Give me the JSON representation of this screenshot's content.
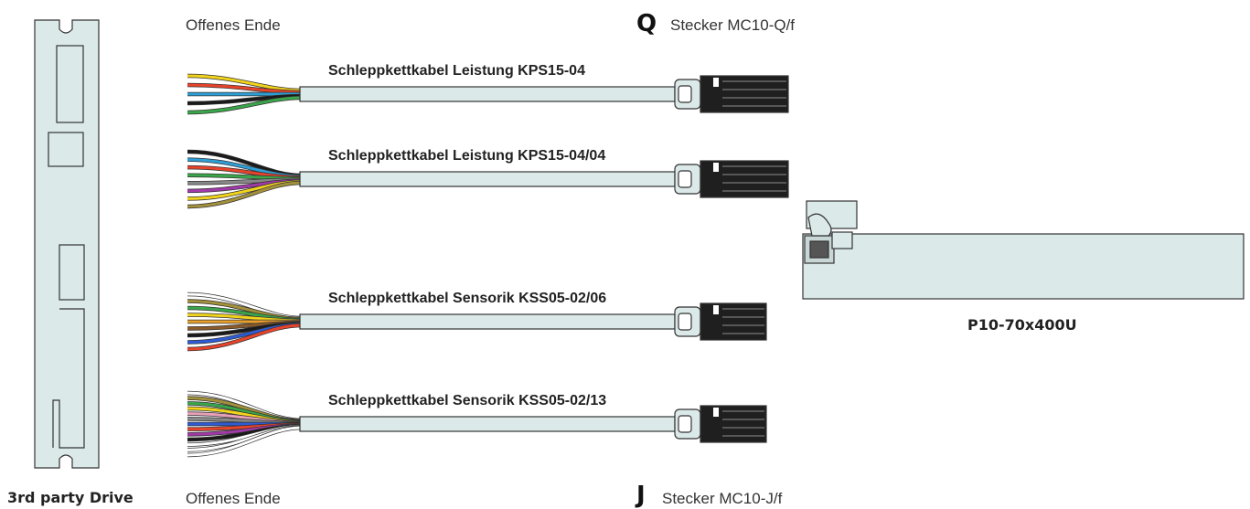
{
  "drive": {
    "label": "3rd party Drive"
  },
  "open_end": {
    "top_label": "Offenes Ende",
    "bottom_label": "Offenes Ende"
  },
  "connectors": {
    "q": {
      "letter": "Q",
      "label": "Stecker MC10-Q/f"
    },
    "j": {
      "letter": "J",
      "label": "Stecker MC10-J/f"
    }
  },
  "cables": [
    {
      "label": "Schleppkettkabel Leistung KPS15-04",
      "wires": [
        "#f2d31b",
        "#e8432b",
        "#2e9fd6",
        "#1a1a1a",
        "#3aa64a"
      ]
    },
    {
      "label": "Schleppkettkabel Leistung KPS15-04/04",
      "wires": [
        "#1a1a1a",
        "#2e9fd6",
        "#e8432b",
        "#3aa64a",
        "#888888",
        "#a03aa8",
        "#f2d31b",
        "#a2903a"
      ]
    },
    {
      "label": "Schleppkettkabel Sensorik KSS05-02/06",
      "wires": [
        "#ffffff",
        "#a2903a",
        "#3aa64a",
        "#f2d31b",
        "#e8a02b",
        "#8a5a2b",
        "#1a1a1a",
        "#2e5bd6",
        "#e8432b"
      ]
    },
    {
      "label": "Schleppkettkabel Sensorik KSS05-02/13",
      "wires": [
        "#ffffff",
        "#a2903a",
        "#3aa64a",
        "#f2d31b",
        "#e8a0b8",
        "#888888",
        "#2e5bd6",
        "#e8432b",
        "#a03aa8",
        "#1a1a1a",
        "#ffffff",
        "#ffffff",
        "#ffffff"
      ]
    }
  ],
  "motor": {
    "label": "P10-70x400U"
  },
  "colors": {
    "panel": "#dbe9e9",
    "stroke": "#333333"
  }
}
